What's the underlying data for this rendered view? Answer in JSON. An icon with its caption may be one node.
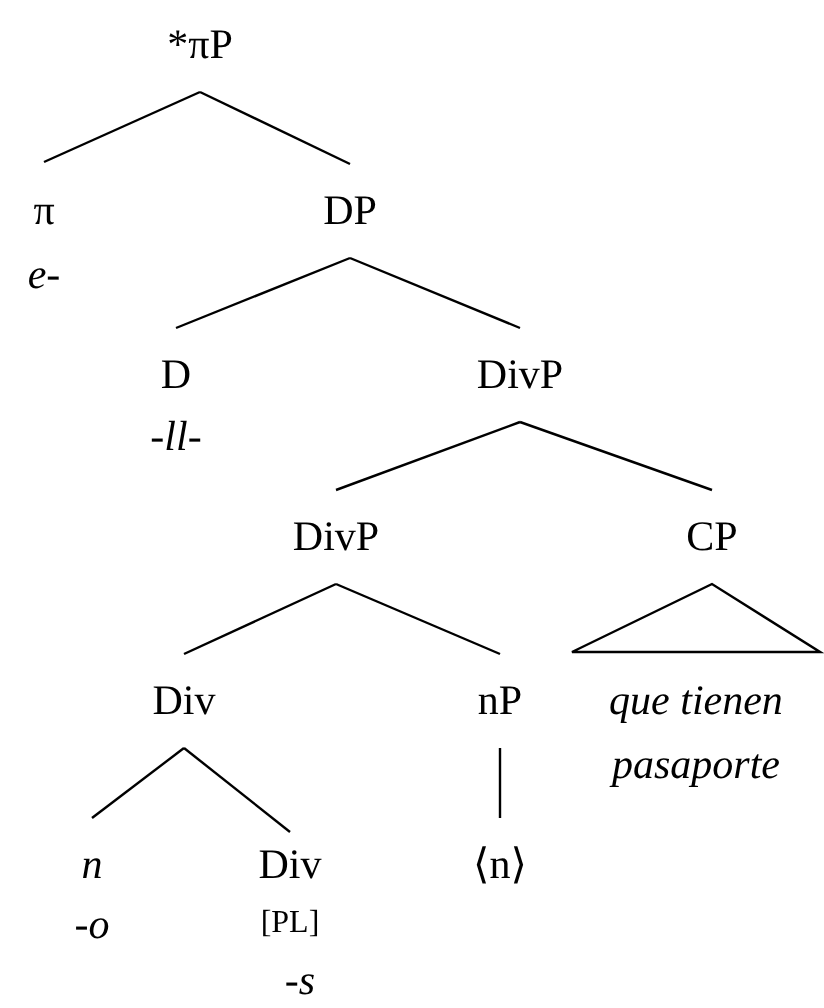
{
  "diagram": {
    "nodes": [
      {
        "text": [
          "*πP"
        ]
      },
      {
        "text": [
          "π",
          "e-"
        ]
      },
      {
        "text": [
          "DP"
        ]
      },
      {
        "text": [
          "D",
          "-ll-"
        ]
      },
      {
        "text": [
          "DivP"
        ]
      },
      {
        "text": [
          "DivP"
        ]
      },
      {
        "text": [
          "CP"
        ]
      },
      {
        "text": [
          "que tienen pasaporte"
        ]
      },
      {
        "text": [
          "Div"
        ]
      },
      {
        "text": [
          "nP"
        ]
      },
      {
        "text": [
          "n",
          "-o"
        ]
      },
      {
        "text": [
          "Div",
          "[PL]",
          "-s"
        ]
      },
      {
        "text": [
          "⟨n⟩"
        ]
      }
    ],
    "edges": [
      {
        "from": 0,
        "to": 1,
        "arrow": "none"
      },
      {
        "from": 0,
        "to": 2,
        "arrow": "none"
      },
      {
        "from": 2,
        "to": 3,
        "arrow": "none"
      },
      {
        "from": 2,
        "to": 4,
        "arrow": "none"
      },
      {
        "from": 4,
        "to": 5,
        "arrow": "none"
      },
      {
        "from": 4,
        "to": 6,
        "arrow": "none"
      },
      {
        "from": 6,
        "to": 7,
        "arrow": "none"
      },
      {
        "from": 5,
        "to": 8,
        "arrow": "none"
      },
      {
        "from": 5,
        "to": 9,
        "arrow": "none"
      },
      {
        "from": 8,
        "to": 10,
        "arrow": "none"
      },
      {
        "from": 8,
        "to": 11,
        "arrow": "none"
      },
      {
        "from": 9,
        "to": 12,
        "arrow": "none"
      }
    ]
  }
}
